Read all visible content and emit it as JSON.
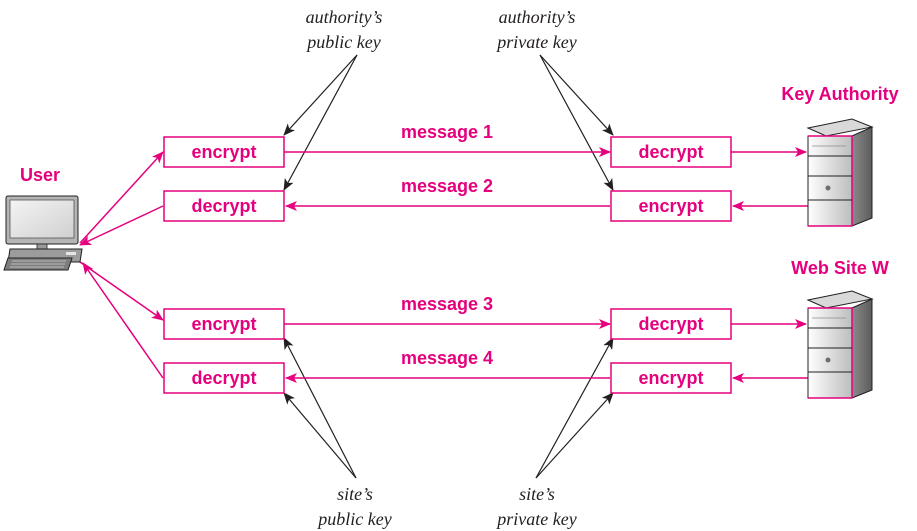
{
  "colors": {
    "accent": "#e5007e",
    "ink": "#231f20",
    "server_light": "#f2f2f2",
    "server_mid": "#c8c8c8",
    "server_dark": "#8c8c8c"
  },
  "actors": {
    "user": "User",
    "key_authority": "Key Authority",
    "web_site": "Web Site W"
  },
  "boxes": {
    "top_left_encrypt": "encrypt",
    "top_left_decrypt": "decrypt",
    "top_right_decrypt": "decrypt",
    "top_right_encrypt": "encrypt",
    "bottom_left_encrypt": "encrypt",
    "bottom_left_decrypt": "decrypt",
    "bottom_right_decrypt": "decrypt",
    "bottom_right_encrypt": "encrypt"
  },
  "messages": {
    "m1": "message 1",
    "m2": "message 2",
    "m3": "message 3",
    "m4": "message 4"
  },
  "keys": {
    "authority_public": [
      "authority’s",
      "public key"
    ],
    "authority_private": [
      "authority’s",
      "private key"
    ],
    "site_public": [
      "site’s",
      "public key"
    ],
    "site_private": [
      "site’s",
      "private key"
    ]
  },
  "icons": {
    "user": "desktop-computer-icon",
    "key_authority": "server-icon",
    "web_site": "server-icon"
  }
}
